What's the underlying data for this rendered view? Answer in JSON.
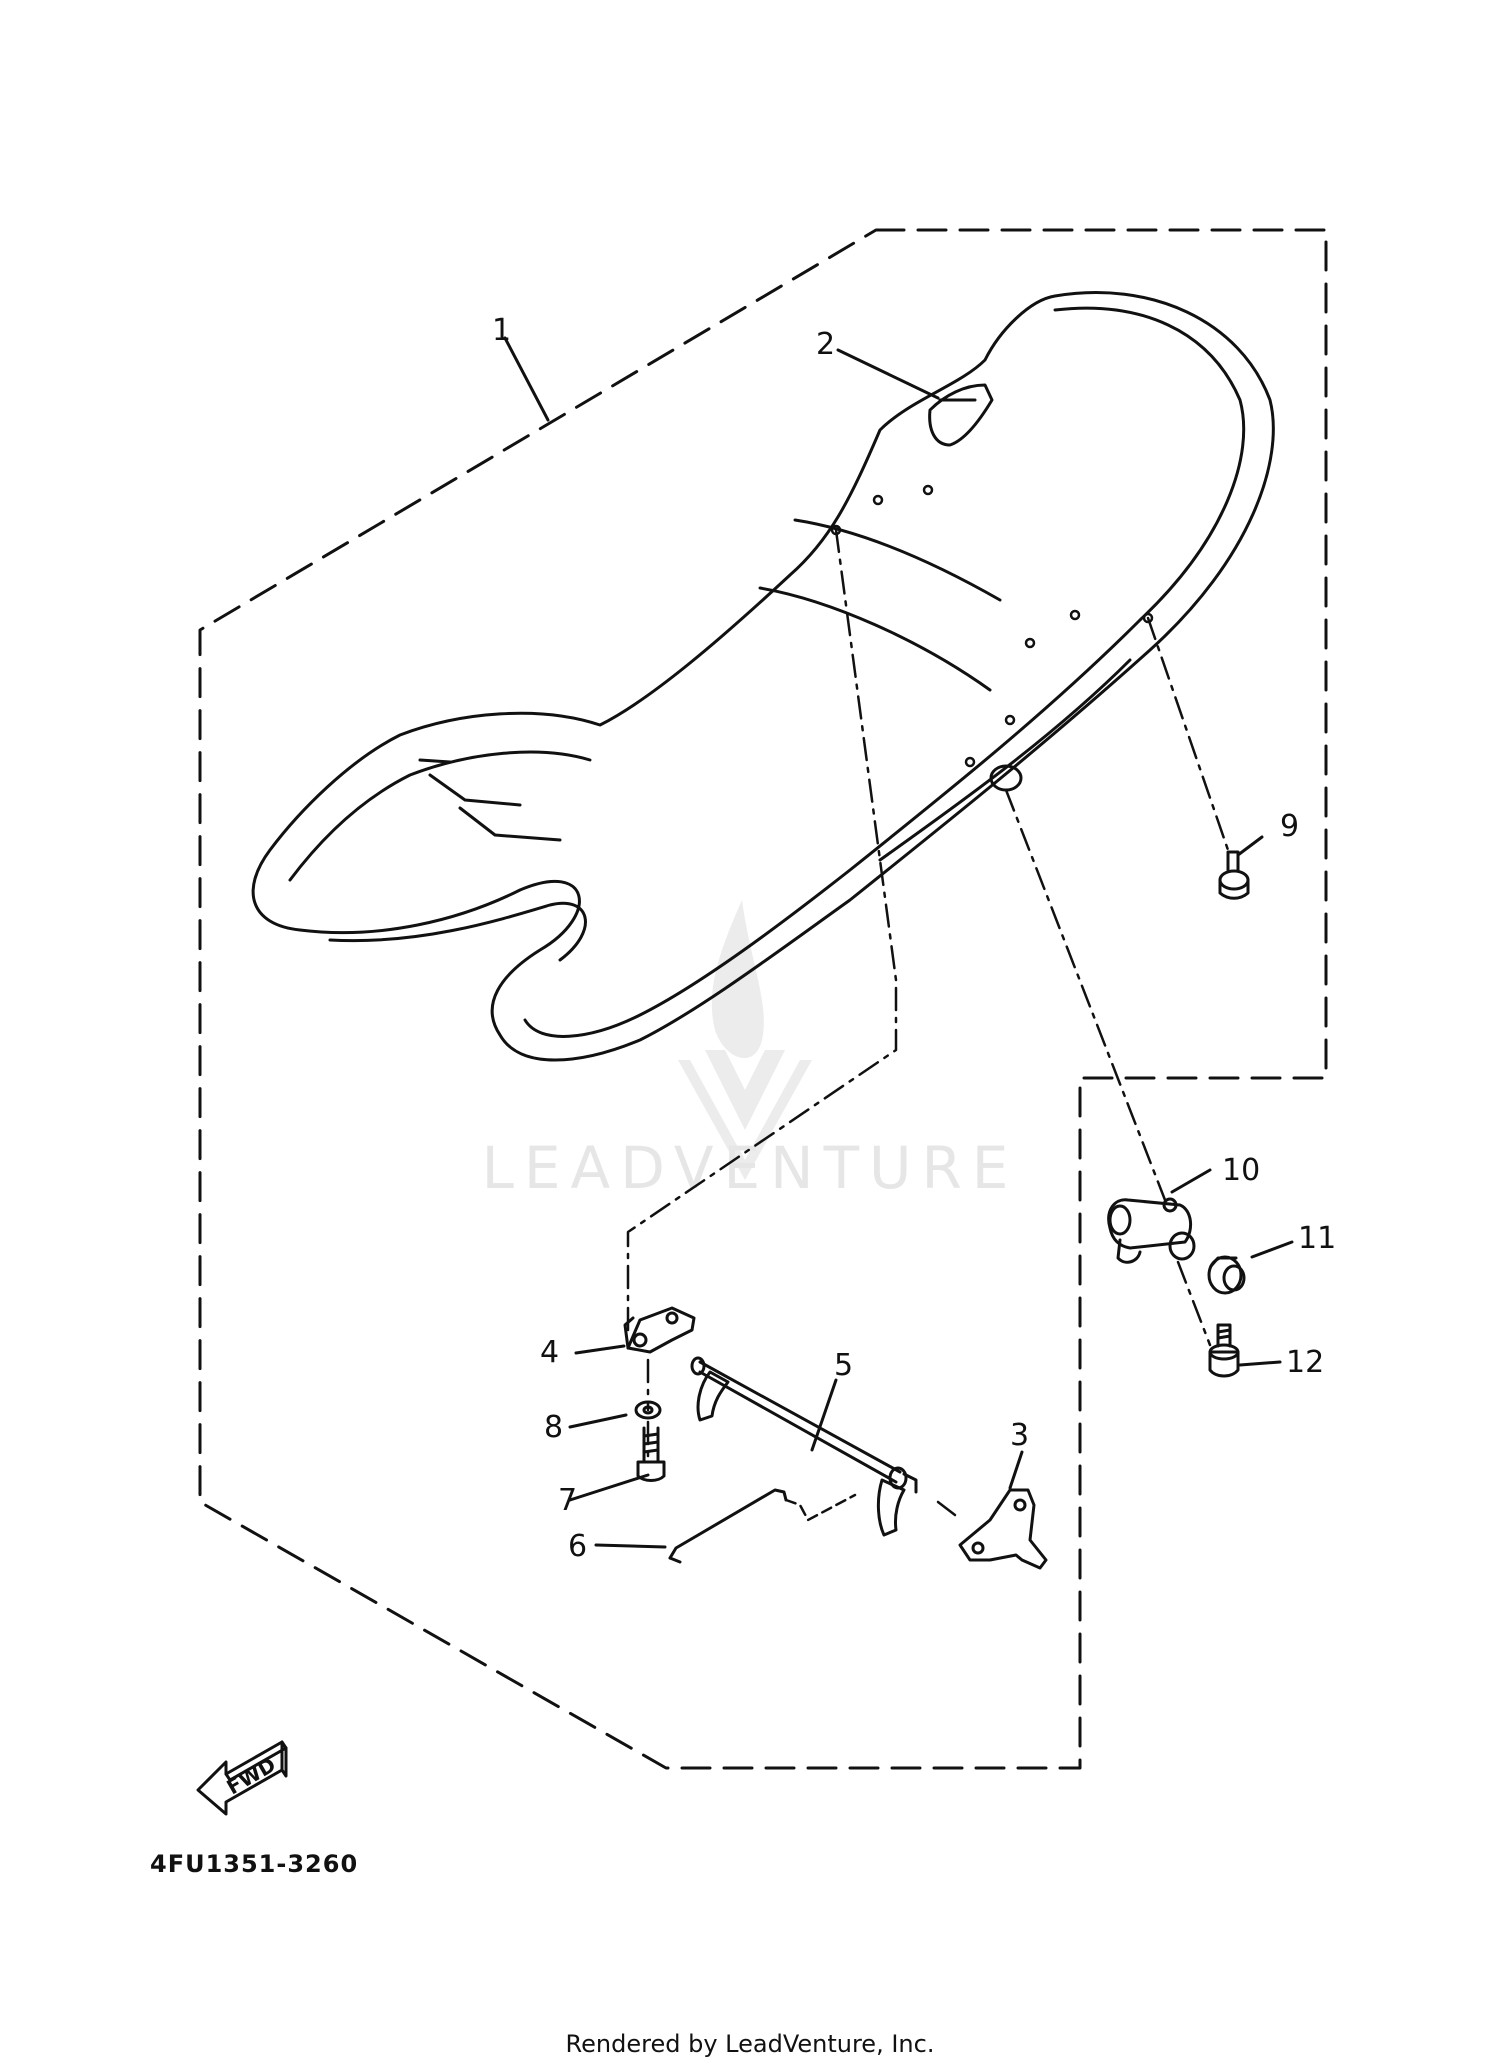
{
  "callouts": {
    "p1": "1",
    "p2": "2",
    "p3": "3",
    "p4": "4",
    "p5": "5",
    "p6": "6",
    "p7": "7",
    "p8": "8",
    "p9": "9",
    "p10": "10",
    "p11": "11",
    "p12": "12"
  },
  "fwd_label": "FWD",
  "diagram_code": "4FU1351-3260",
  "watermark": "LEADVENTURE",
  "footer": "Rendered by LeadVenture, Inc.",
  "colors": {
    "line": "#111111",
    "watermark": "#e6e6e6"
  }
}
